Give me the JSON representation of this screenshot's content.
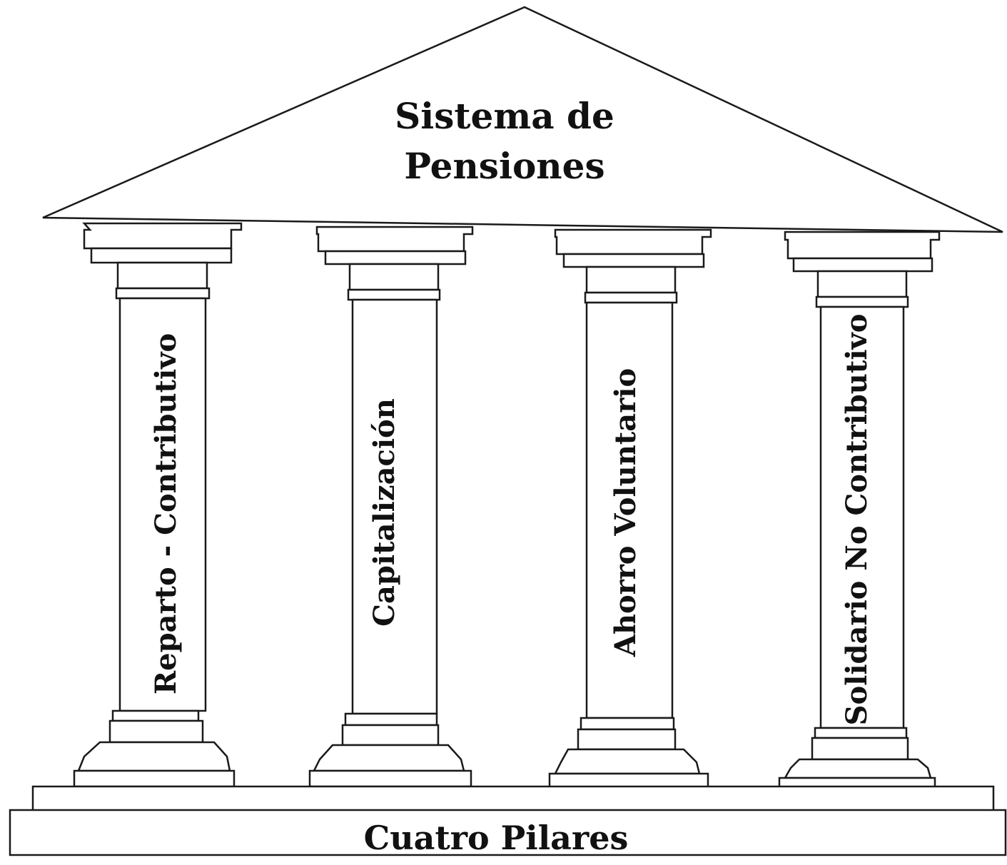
{
  "roof": {
    "title_line1": "Sistema de",
    "title_line2": "Pensiones"
  },
  "pillars": [
    {
      "label": "Reparto - Contributivo"
    },
    {
      "label": "Capitalización"
    },
    {
      "label": "Ahorro Voluntario"
    },
    {
      "label": "Solidario No Contributivo"
    }
  ],
  "base": {
    "label": "Cuatro Pilares"
  },
  "colors": {
    "line": "#1a1a1a",
    "fill": "#ffffff",
    "text": "#111111"
  }
}
